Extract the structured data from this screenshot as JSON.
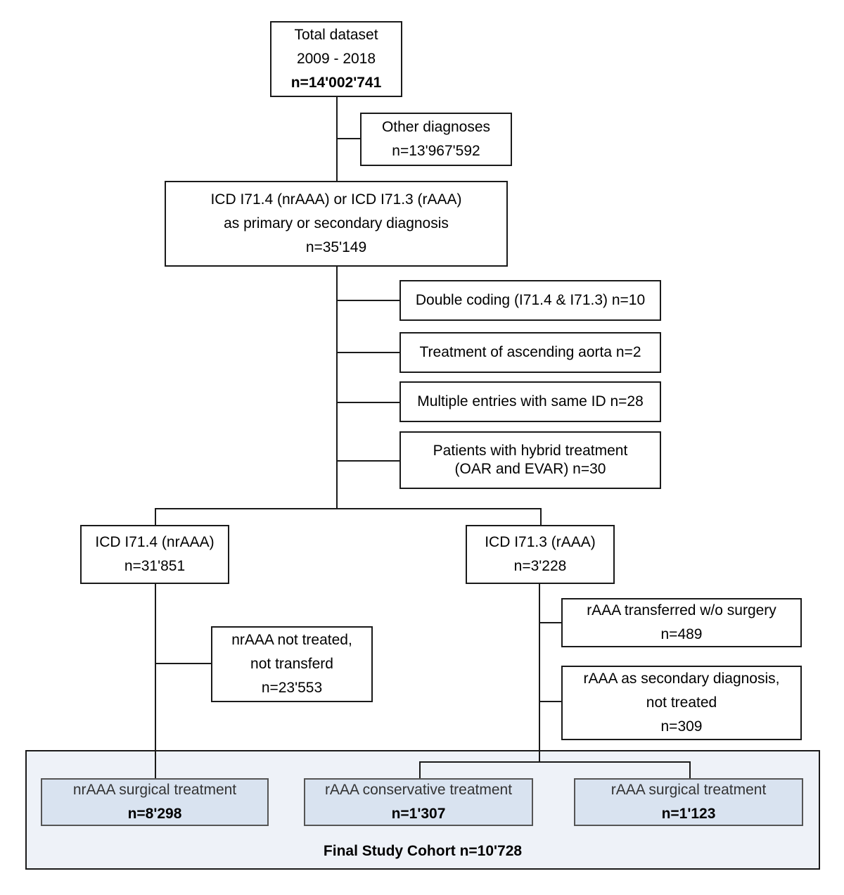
{
  "boxes": {
    "total": {
      "line1": "Total dataset",
      "line2": "2009 - 2018",
      "line3": "n=14'002'741"
    },
    "other": {
      "line1": "Other diagnoses",
      "line2": "n=13'967'592"
    },
    "icd": {
      "line1": "ICD I71.4 (nrAAA) or ICD I71.3 (rAAA)",
      "line2": "as primary or secondary diagnosis",
      "line3": "n=35'149"
    },
    "double_coding": {
      "line1": "Double coding (I71.4 & I71.3) n=10"
    },
    "ascending": {
      "line1": "Treatment of ascending aorta n=2"
    },
    "multiple": {
      "line1": "Multiple entries with same ID n=28"
    },
    "hybrid": {
      "line1": "Patients with hybrid treatment",
      "line2": "(OAR and EVAR) n=30"
    },
    "nraaa": {
      "line1": "ICD I71.4 (nrAAA)",
      "line2": "n=31'851"
    },
    "raaa": {
      "line1": "ICD I71.3 (rAAA)",
      "line2": "n=3'228"
    },
    "nraaa_not_treated": {
      "line1": "nrAAA not treated,",
      "line2": "not transferd",
      "line3": "n=23'553"
    },
    "raaa_transferred": {
      "line1": "rAAA transferred w/o surgery",
      "line2": "n=489"
    },
    "raaa_secondary": {
      "line1": "rAAA as secondary diagnosis,",
      "line2": "not treated",
      "line3": "n=309"
    },
    "nraaa_surgical": {
      "line1": "nrAAA surgical treatment",
      "line2": "n=8'298"
    },
    "raaa_conservative": {
      "line1": "rAAA conservative treatment",
      "line2": "n=1'307"
    },
    "raaa_surgical": {
      "line1": "rAAA surgical treatment",
      "line2": "n=1'123"
    }
  },
  "cohort": {
    "title": "Final Study Cohort n=10'728"
  },
  "colors": {
    "cohort_panel": "#eef2f8",
    "cohort_box": "#d9e3f0",
    "line": "#1a1a1a"
  }
}
